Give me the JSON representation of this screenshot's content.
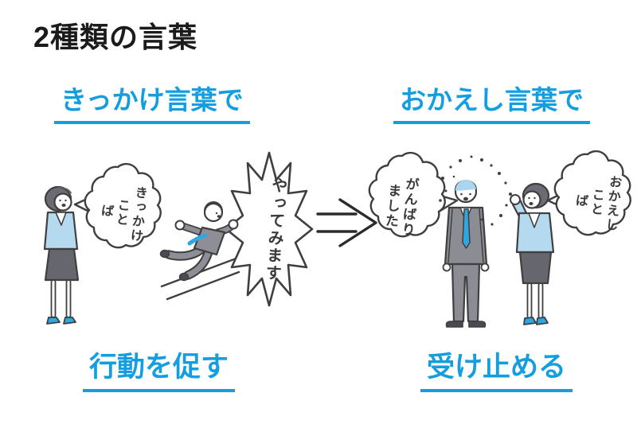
{
  "title": "2種類の言葉",
  "labels": {
    "left_top": "きっかけ言葉で",
    "right_top": "おかえし言葉で",
    "left_bottom": "行動を促す",
    "right_bottom": "受け止める"
  },
  "bubbles": {
    "kikkake": {
      "lines": [
        "きっかけ",
        "こと",
        "ば"
      ]
    },
    "yatte": {
      "lines": [
        "やってみます"
      ]
    },
    "ganbari": {
      "lines": [
        "がんばり",
        "ました"
      ]
    },
    "okaeshi": {
      "lines": [
        "おかえし",
        "こと",
        "ば"
      ]
    }
  },
  "colors": {
    "accent_blue": "#149ee0",
    "outline": "#3f3f3f",
    "light_blue_clothing": "#b5d9ef",
    "suit_gray": "#8c8c94",
    "skirt_gray": "#66666e",
    "hair_gray": "#6b6b73",
    "hair_light_blue": "#a9d6ee",
    "tie_blue": "#2fa7e0",
    "shoe_dark": "#4a4a52",
    "text_dark": "#1b1b1b"
  }
}
